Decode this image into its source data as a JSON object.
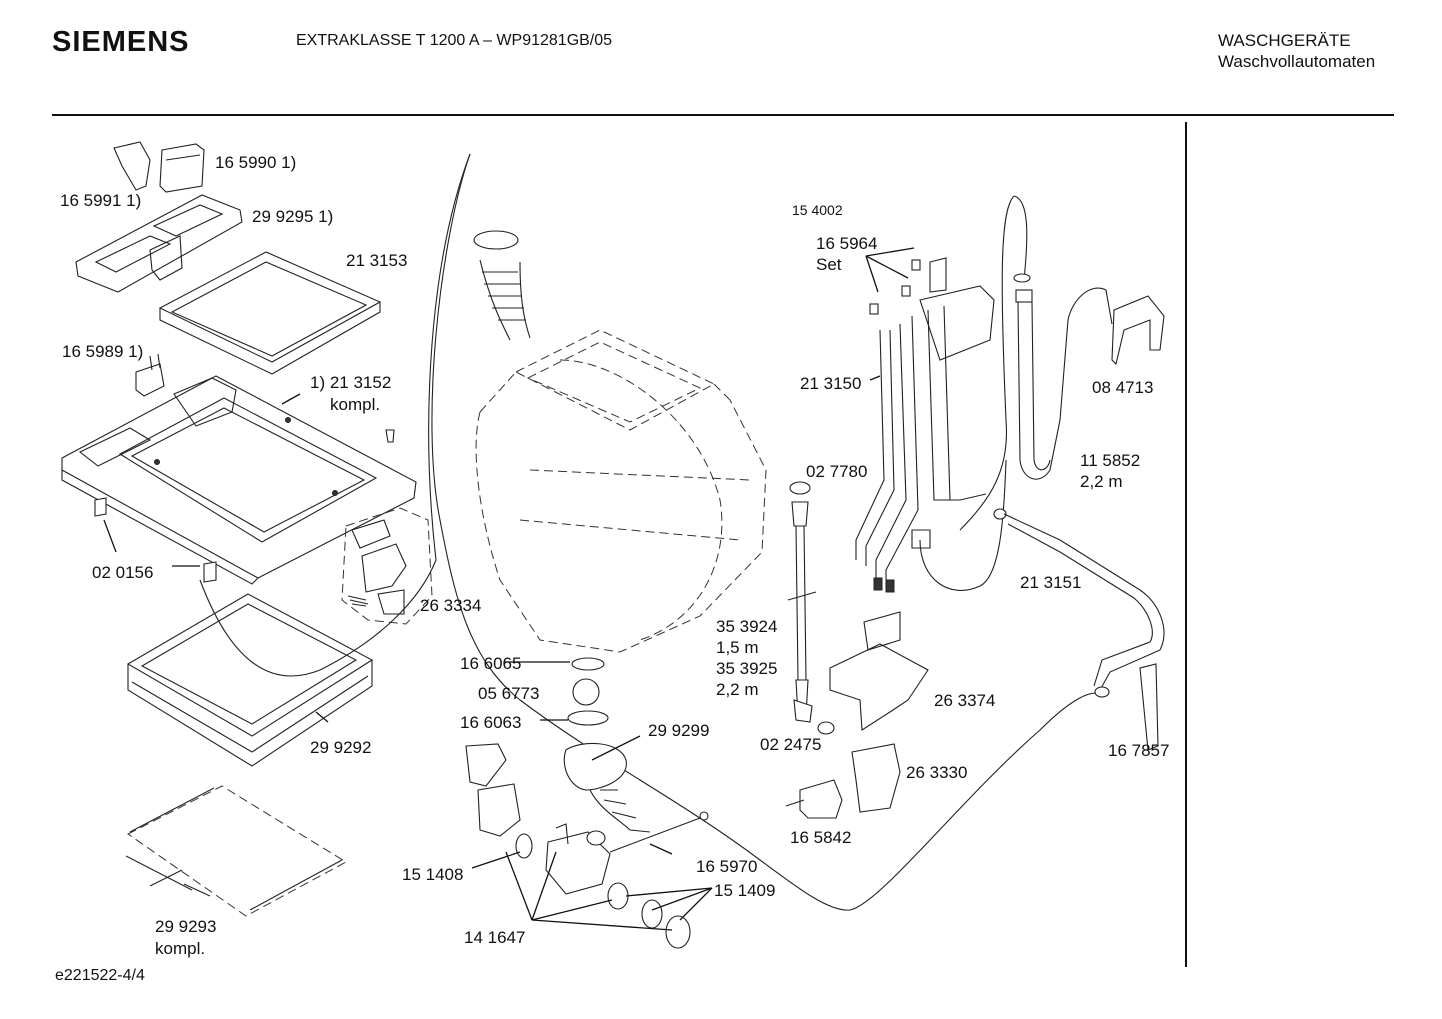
{
  "header": {
    "brand": "SIEMENS",
    "model": "EXTRAKLASSE T 1200 A – WP91281GB/05",
    "category_line1": "WASCHGERÄTE",
    "category_line2": "Waschvollautomaten"
  },
  "footer": {
    "code": "e221522-4/4"
  },
  "labels": {
    "p165990": "16 5990 1)",
    "p165991": "16 5991 1)",
    "p299295": "29 9295 1)",
    "p213153": "21 3153",
    "p165989": "16 5989 1)",
    "p213152": "1) 21 3152",
    "p213152b": "kompl.",
    "p020156": "02 0156",
    "p263334": "26 3334",
    "p299292": "29 9292",
    "p299293": "29 9293",
    "p299293b": "kompl.",
    "p154002": "15 4002",
    "p165964": "16 5964",
    "p165964b": "Set",
    "p213150": "21 3150",
    "p084713": "08 4713",
    "p027780": "02 7780",
    "p115852": "11 5852",
    "p115852b": "2,2 m",
    "p213151": "21 3151",
    "p353924": "35 3924",
    "p353924b": "1,5 m",
    "p353925": "35 3925",
    "p353925b": "2,2 m",
    "p166065": "16 6065",
    "p056773": "05 6773",
    "p166063": "16 6063",
    "p299299": "29 9299",
    "p022475": "02 2475",
    "p263374": "26 3374",
    "p167857": "16 7857",
    "p263330": "26 3330",
    "p165842": "16 5842",
    "p165970": "16 5970",
    "p151408": "15 1408",
    "p151409": "15 1409",
    "p141647": "14 1647"
  }
}
